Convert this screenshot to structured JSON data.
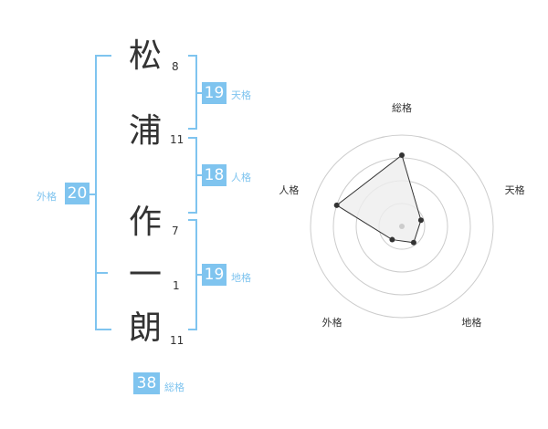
{
  "name": {
    "chars": [
      {
        "char": "松",
        "strokes": "8"
      },
      {
        "char": "浦",
        "strokes": "11"
      },
      {
        "char": "作",
        "strokes": "7"
      },
      {
        "char": "一",
        "strokes": "1"
      },
      {
        "char": "朗",
        "strokes": "11"
      }
    ]
  },
  "scores": {
    "ten": {
      "value": "19",
      "label": "天格"
    },
    "jin": {
      "value": "18",
      "label": "人格"
    },
    "chi": {
      "value": "19",
      "label": "地格"
    },
    "gai": {
      "value": "20",
      "label": "外格"
    },
    "sou": {
      "value": "38",
      "label": "総格"
    }
  },
  "chart_data": {
    "type": "radar",
    "axes": [
      "総格",
      "天格",
      "地格",
      "外格",
      "人格"
    ],
    "values": [
      0.78,
      0.22,
      0.22,
      0.18,
      0.75
    ],
    "rings": 4,
    "colors": {
      "fill": "#eeeeee",
      "line": "#333333",
      "ring": "#cccccc",
      "center": "#cccccc"
    }
  },
  "colors": {
    "accent": "#7fc4ef"
  }
}
